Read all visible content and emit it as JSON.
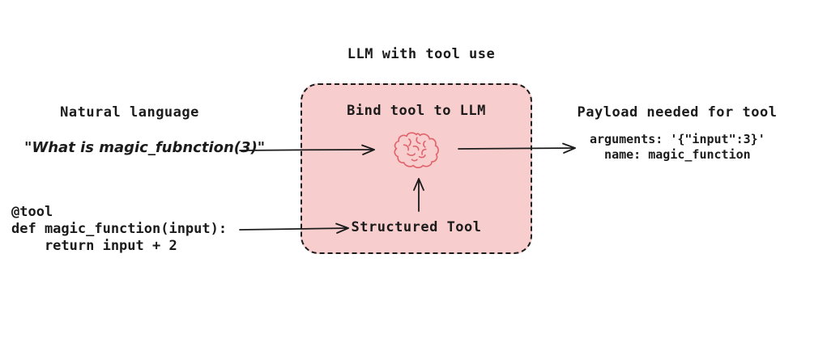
{
  "diagram": {
    "title": "LLM with tool use",
    "left": {
      "heading": "Natural language",
      "query": "\"What is magic_fubnction(3)\"",
      "code_lines": [
        "@tool",
        "def magic_function(input):",
        "    return input + 2"
      ]
    },
    "center_box": {
      "heading": "Bind tool to LLM",
      "icon": "brain-doodle-icon",
      "tool_label": "Structured Tool"
    },
    "right": {
      "heading": "Payload needed for tool",
      "payload_lines": [
        "arguments: '{\"input\":3}'",
        "  name: magic_function"
      ]
    },
    "arrows": [
      "natural-language-to-llm",
      "code-to-structured-tool",
      "structured-tool-to-llm",
      "llm-to-payload"
    ],
    "colors": {
      "canvas_background": "#ffffff",
      "box_fill": "#f8cdcd",
      "box_border": "#1b1b1b",
      "text": "#1b1b1b",
      "arrow": "#1b1b1b",
      "brain_stroke": "#e0646c"
    }
  }
}
